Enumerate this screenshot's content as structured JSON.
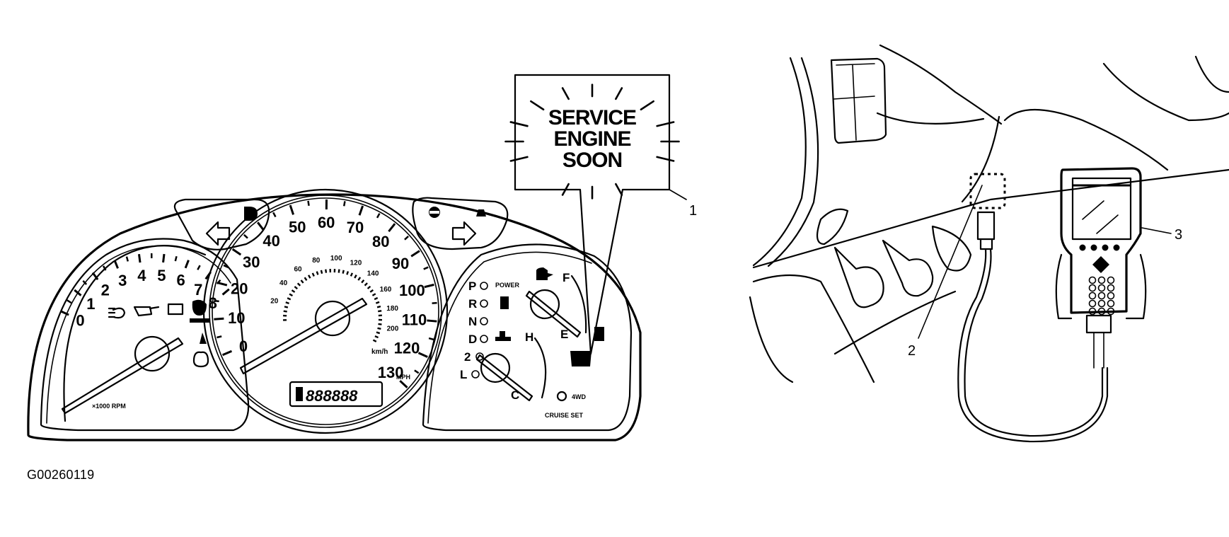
{
  "figure_id": "G00260119",
  "service_engine_soon": {
    "lines": [
      "SERVICE",
      "ENGINE",
      "SOON"
    ]
  },
  "callouts": [
    {
      "number": "1",
      "refers_to": "Service Engine Soon indicator (MIL)"
    },
    {
      "number": "2",
      "refers_to": "Data Link Connector (DLC)"
    },
    {
      "number": "3",
      "refers_to": "Scan tool"
    }
  ],
  "tachometer": {
    "ticks": [
      "0",
      "1",
      "2",
      "3",
      "4",
      "5",
      "6",
      "7",
      "8"
    ],
    "unit_label": "×1000 RPM"
  },
  "speedometer": {
    "mph_ticks": [
      "0",
      "10",
      "20",
      "30",
      "40",
      "50",
      "60",
      "70",
      "80",
      "90",
      "100",
      "110",
      "120",
      "130"
    ],
    "kmh_ticks": [
      "20",
      "40",
      "60",
      "80",
      "100",
      "120",
      "140",
      "160",
      "180",
      "200"
    ],
    "mph_label": "MPH",
    "kmh_label": "km/h",
    "odometer": "888888"
  },
  "right_gauges": {
    "prnd": [
      "P",
      "R",
      "N",
      "D",
      "2",
      "L"
    ],
    "power_label": "POWER",
    "fuel": {
      "full": "F",
      "empty": "E"
    },
    "temp": {
      "hot": "H",
      "cold": "C"
    },
    "fourwd_label": "4WD",
    "cruise_label": "CRUISE SET"
  },
  "colors": {
    "ink": "#000000",
    "paper": "#ffffff"
  }
}
